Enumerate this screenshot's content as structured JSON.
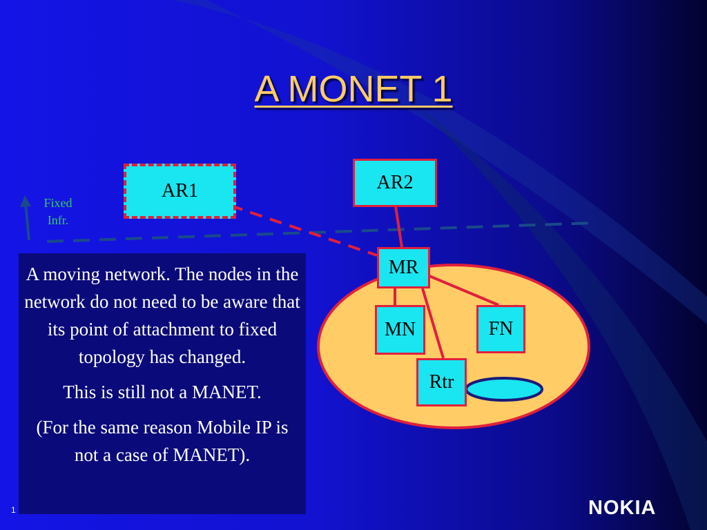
{
  "slide": {
    "title": "A MONET 1",
    "slide_number": "1",
    "logo_text": "NOKIA"
  },
  "diagram": {
    "nodes": {
      "ar1": "AR1",
      "ar2": "AR2",
      "mr": "MR",
      "mn": "MN",
      "fn": "FN",
      "rtr": "Rtr"
    },
    "fixed_infr_label": [
      "Fixed",
      "Infr."
    ]
  },
  "description": {
    "paragraphs": [
      "A moving network. The nodes in the network do not need to be aware that its point of attachment to fixed topology has changed.",
      "This is still not a MANET.",
      "(For the same reason Mobile IP is not a case of MANET)."
    ]
  },
  "colors": {
    "node_fill": "#19e6f0",
    "node_border": "#e0203c",
    "mobile_network_fill": "#ffcc66",
    "title": "#ffcc66",
    "fixed_infr_label": "#33cc66"
  },
  "icons": {
    "fixed_infr_arrow": "up-arrow-icon"
  }
}
